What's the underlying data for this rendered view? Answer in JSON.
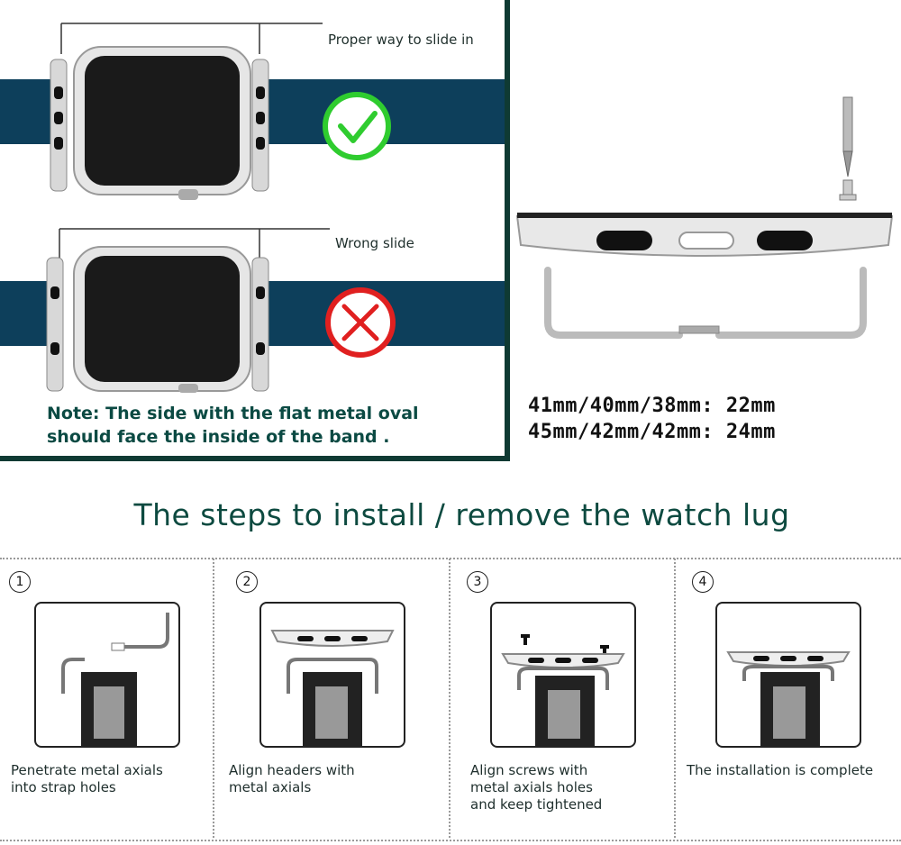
{
  "top_panel": {
    "proper_caption": "Proper way to slide in",
    "wrong_caption": "Wrong slide",
    "note_line1": "Note: The side with the flat metal oval",
    "note_line2": "should face the inside of the band .",
    "correct_icon": "check-circle-icon",
    "wrong_icon": "x-circle-icon",
    "colors": {
      "band": "#0d3f5b",
      "check": "#2fcc2f",
      "cross": "#e02020",
      "frame": "#0f3a33"
    }
  },
  "sizes": {
    "line1": "41mm/40mm/38mm: 22mm",
    "line2": "45mm/42mm/42mm: 24mm"
  },
  "heading": "The steps to install / remove the watch lug",
  "steps": [
    {
      "number": "1",
      "line1": "Penetrate metal axials",
      "line2": "into strap holes",
      "line3": ""
    },
    {
      "number": "2",
      "line1": "Align headers with",
      "line2": "metal axials",
      "line3": ""
    },
    {
      "number": "3",
      "line1": "Align screws with",
      "line2": "metal axials holes",
      "line3": "and keep tightened"
    },
    {
      "number": "4",
      "line1": "The installation is complete",
      "line2": "",
      "line3": ""
    }
  ]
}
